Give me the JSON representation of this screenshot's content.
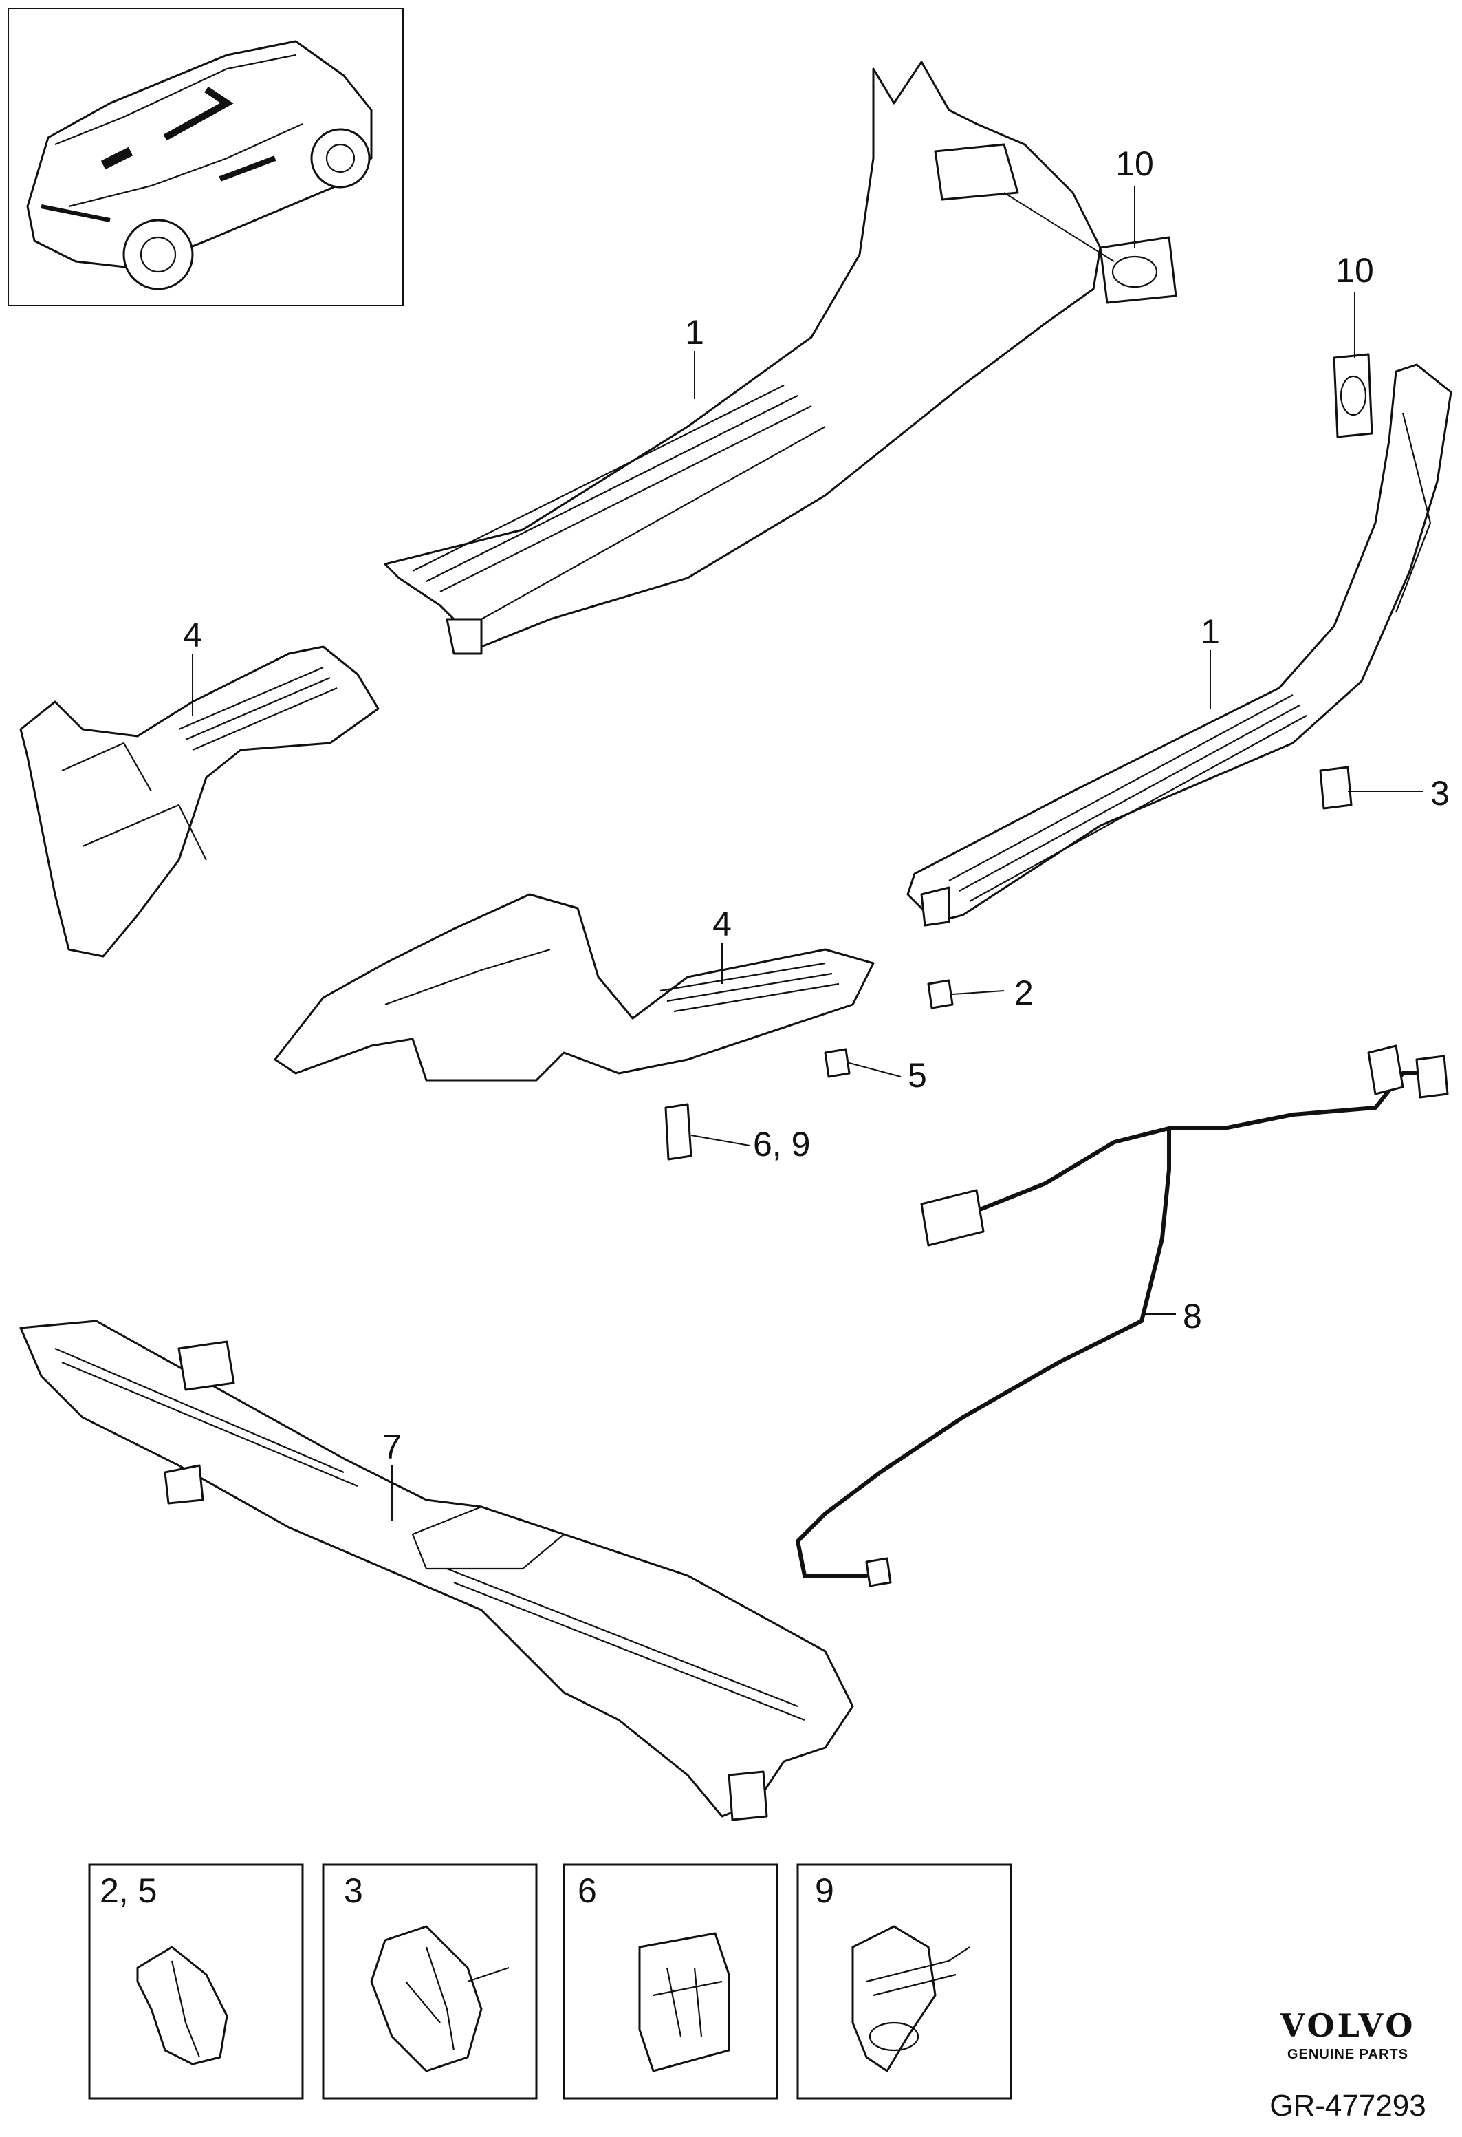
{
  "callouts": [
    {
      "id": "c1a",
      "text": "1"
    },
    {
      "id": "c1b",
      "text": "1"
    },
    {
      "id": "c2",
      "text": "2"
    },
    {
      "id": "c3",
      "text": "3"
    },
    {
      "id": "c4a",
      "text": "4"
    },
    {
      "id": "c4b",
      "text": "4"
    },
    {
      "id": "c5",
      "text": "5"
    },
    {
      "id": "c69",
      "text": "6, 9"
    },
    {
      "id": "c7",
      "text": "7"
    },
    {
      "id": "c8",
      "text": "8"
    },
    {
      "id": "c10a",
      "text": "10"
    },
    {
      "id": "c10b",
      "text": "10"
    }
  ],
  "detail_boxes": [
    {
      "label": "2, 5",
      "icon": "clip-2-5"
    },
    {
      "label": "3",
      "icon": "clip-3"
    },
    {
      "label": "6",
      "icon": "clip-6"
    },
    {
      "label": "9",
      "icon": "clip-9"
    }
  ],
  "brand": {
    "name": "VOLVO",
    "tagline": "GENUINE PARTS",
    "code": "GR-477293"
  },
  "icons": {
    "overview": "car-overview-icon"
  }
}
